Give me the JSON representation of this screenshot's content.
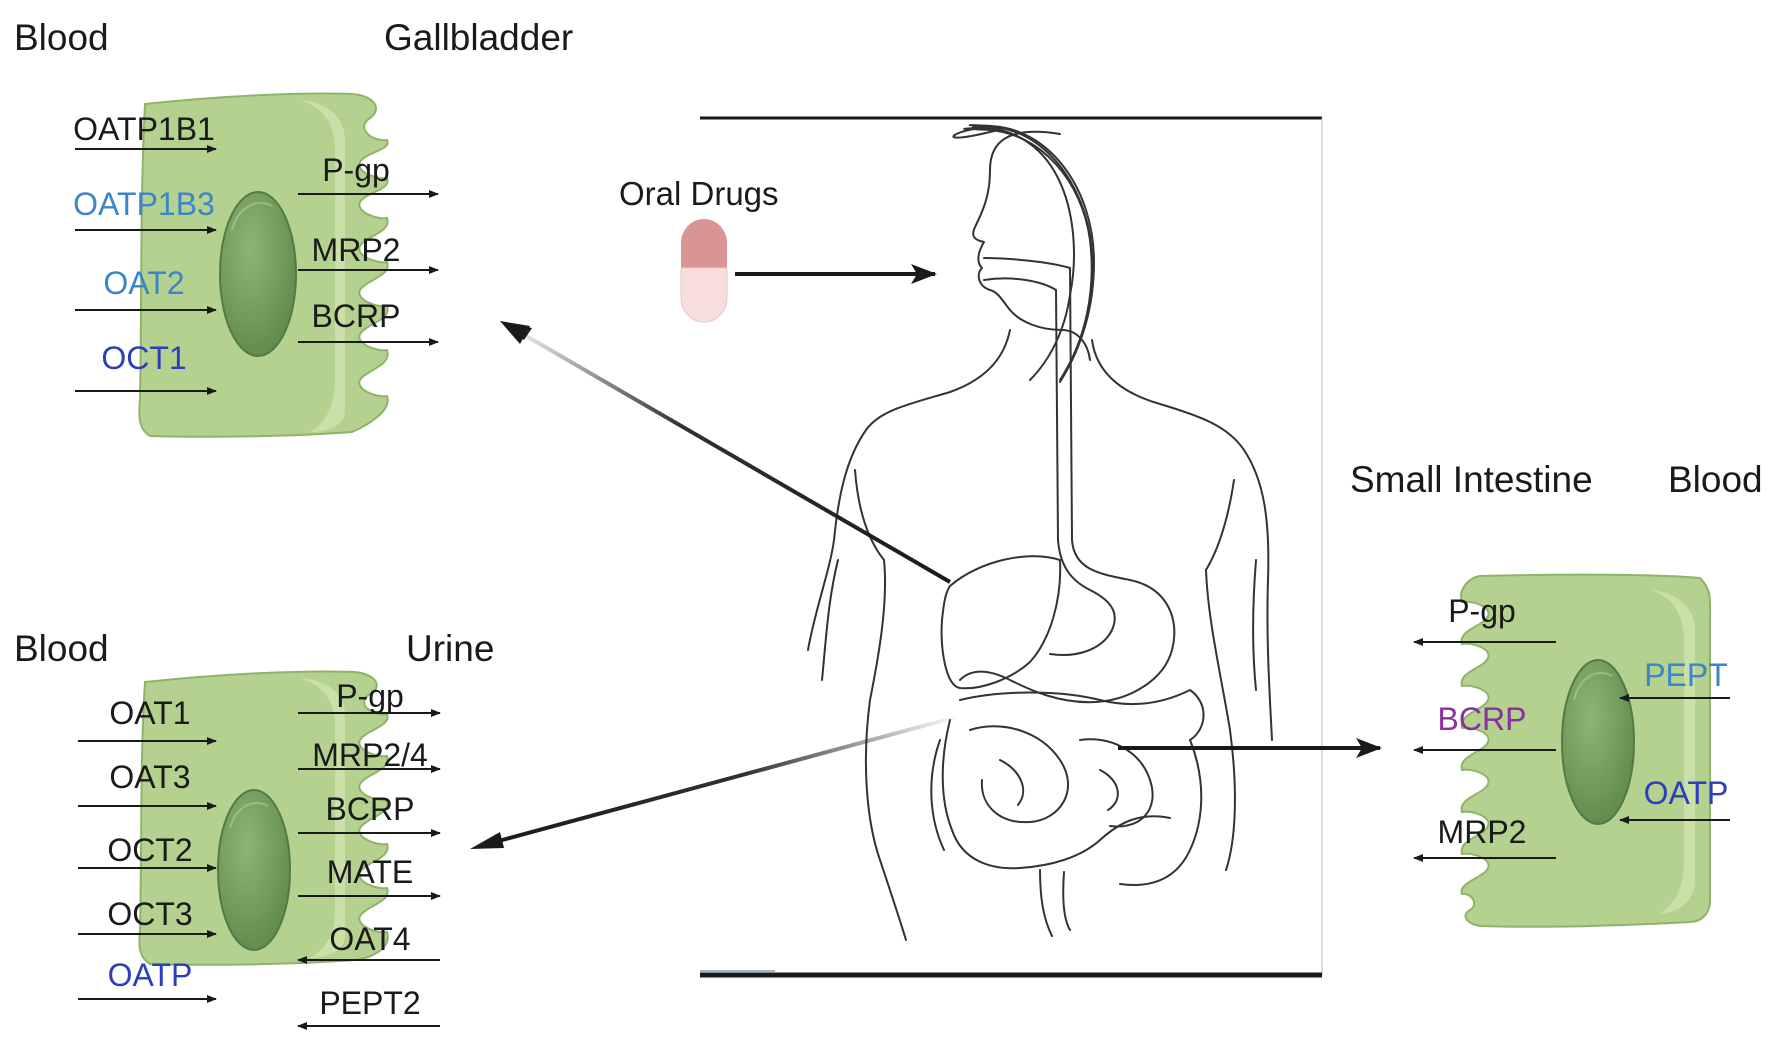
{
  "colors": {
    "black": "#1a1a1a",
    "cell_fill": "#b5d18f",
    "cell_stroke": "#8fb36a",
    "nucleus": "#6f9a5a",
    "nucleus_dark": "#547a44",
    "blue_light": "#3a86c8",
    "blue_dark": "#2a3fb8",
    "purple": "#8a2ea0",
    "pill_top": "#d99494",
    "pill_bottom": "#f6dede"
  },
  "liver": {
    "left_title": "Blood",
    "right_title": "Gallbladder",
    "uptake": [
      {
        "text": "OATP1B1",
        "color": "black"
      },
      {
        "text": "OATP1B3",
        "color": "blue_light"
      },
      {
        "text": "OAT2",
        "color": "blue_light"
      },
      {
        "text": "OCT1",
        "color": "blue_dark"
      }
    ],
    "efflux": [
      {
        "text": "P-gp",
        "color": "black"
      },
      {
        "text": "MRP2",
        "color": "black"
      },
      {
        "text": "BCRP",
        "color": "black"
      }
    ]
  },
  "kidney": {
    "left_title": "Blood",
    "right_title": "Urine",
    "uptake": [
      {
        "text": "OAT1",
        "color": "black"
      },
      {
        "text": "OAT3",
        "color": "black"
      },
      {
        "text": "OCT2",
        "color": "black"
      },
      {
        "text": "OCT3",
        "color": "black"
      },
      {
        "text": "OATP",
        "color": "blue_dark"
      }
    ],
    "right": [
      {
        "text": "P-gp",
        "color": "black",
        "dir": "out"
      },
      {
        "text": "MRP2/4",
        "color": "black",
        "dir": "out"
      },
      {
        "text": "BCRP",
        "color": "black",
        "dir": "out"
      },
      {
        "text": "MATE",
        "color": "black",
        "dir": "out"
      },
      {
        "text": "OAT4",
        "color": "black",
        "dir": "in"
      },
      {
        "text": "PEPT2",
        "color": "black",
        "dir": "in"
      }
    ]
  },
  "intestine": {
    "left_title": "Small Intestine",
    "right_title": "Blood",
    "efflux": [
      {
        "text": "P-gp",
        "color": "black"
      },
      {
        "text": "BCRP",
        "color": "purple"
      },
      {
        "text": "MRP2",
        "color": "black"
      }
    ],
    "uptake": [
      {
        "text": "PEPT",
        "color": "blue_light"
      },
      {
        "text": "OATP",
        "color": "blue_dark"
      }
    ]
  },
  "oral_drugs": "Oral Drugs",
  "icons": {
    "pill": "capsule-icon",
    "body": "human-body-outline-icon"
  }
}
